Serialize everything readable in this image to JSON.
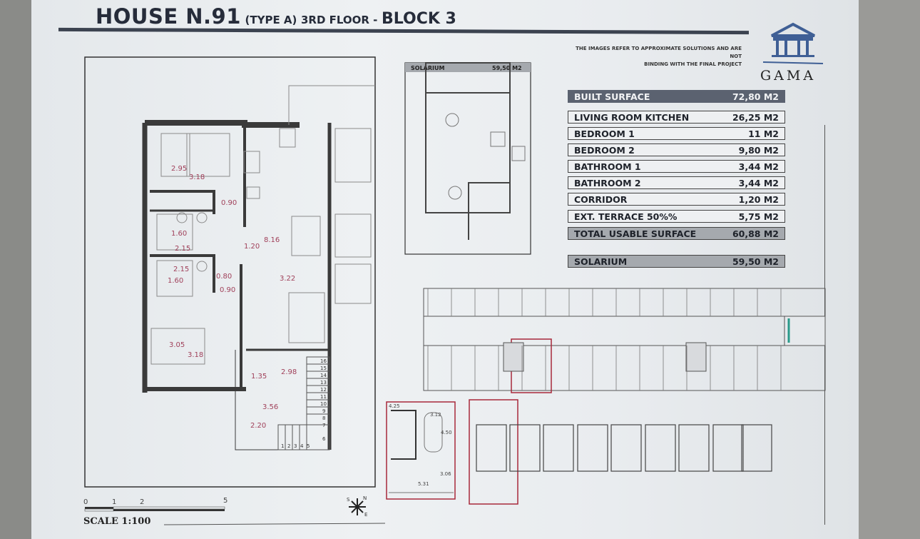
{
  "header": {
    "title_main": "HOUSE N.91",
    "title_type": "(TYPE A)",
    "title_floor": "3RD FLOOR -",
    "title_block": "BLOCK 3"
  },
  "disclaimer": {
    "line1": "THE IMAGES REFER TO APPROXIMATE SOLUTIONS AND ARE NOT",
    "line2": "BINDING WITH THE FINAL PROJECT"
  },
  "logo": {
    "text": "GAMA",
    "icon": "temple-icon"
  },
  "surfaces": {
    "built": {
      "label": "BUILT SURFACE",
      "value": "72,80 M2"
    },
    "rooms": [
      {
        "label": "LIVING ROOM KITCHEN",
        "value": "26,25 M2"
      },
      {
        "label": "BEDROOM 1",
        "value": "11 M2"
      },
      {
        "label": "BEDROOM 2",
        "value": "9,80 M2"
      },
      {
        "label": "BATHROOM 1",
        "value": "3,44 M2"
      },
      {
        "label": "BATHROOM 2",
        "value": "3,44 M2"
      },
      {
        "label": "CORRIDOR",
        "value": "1,20 M2"
      },
      {
        "label": "EXT. TERRACE 50%%",
        "value": "5,75 M2"
      }
    ],
    "total": {
      "label": "TOTAL USABLE SURFACE",
      "value": "60,88 M2"
    },
    "solarium": {
      "label": "SOLARIUM",
      "value": "59,50 M2"
    }
  },
  "solarium_plan": {
    "label": "SOLARIUM",
    "value": "59,50 M2"
  },
  "floor_plan": {
    "dims": {
      "d1": "2.95",
      "d2": "3.18",
      "d3": "0.90",
      "d4": "1.60",
      "d5": "2.15",
      "d6": "1.20",
      "d7": "8.16",
      "d8": "2.15",
      "d9": "0.80",
      "d10": "1.60",
      "d11": "0.90",
      "d12": "3.22",
      "d13": "3.05",
      "d14": "3.18",
      "d15": "1.35",
      "d16": "2.98",
      "d17": "3.56",
      "d18": "2.20"
    },
    "stairs": [
      "1",
      "2",
      "3",
      "4",
      "5",
      "6",
      "7",
      "8",
      "9",
      "10",
      "11",
      "12",
      "13",
      "14",
      "15",
      "16"
    ]
  },
  "parking_plan": {
    "d1": "3.12",
    "d2": "4.50",
    "d3": "3.06",
    "d4": "5.31",
    "d5": "4.25"
  },
  "scale": {
    "label": "SCALE 1:100",
    "ticks": [
      "0",
      "1",
      "2",
      "5"
    ]
  },
  "compass": {
    "n": "N",
    "s": "S",
    "e": "E"
  },
  "colors": {
    "header_bar": "#5b6270",
    "ink": "#262c3a",
    "wall": "#3a3a3a",
    "dim": "#a0405a",
    "highlight": "#a8283a"
  }
}
